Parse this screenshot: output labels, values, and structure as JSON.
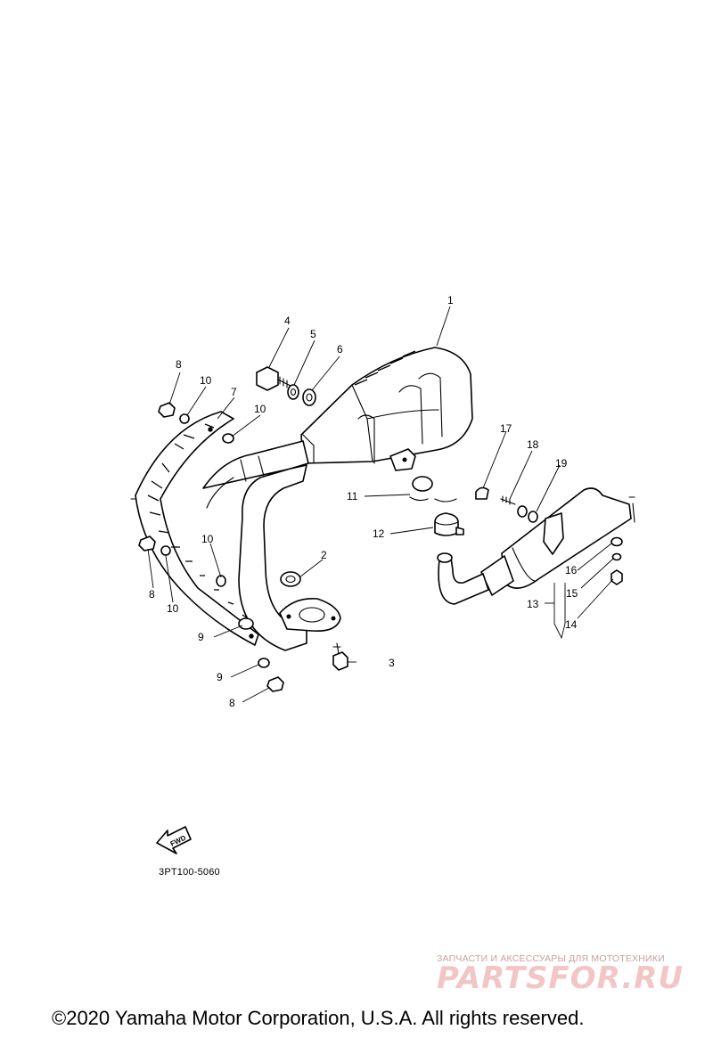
{
  "callouts": {
    "c1": "1",
    "c2": "2",
    "c3": "3",
    "c4": "4",
    "c5": "5",
    "c6": "6",
    "c7": "7",
    "c8a": "8",
    "c8b": "8",
    "c8c": "8",
    "c9a": "9",
    "c9b": "9",
    "c10a": "10",
    "c10b": "10",
    "c10c": "10",
    "c10d": "10",
    "c11": "11",
    "c12": "12",
    "c13": "13",
    "c14": "14",
    "c15": "15",
    "c16": "16",
    "c17": "17",
    "c18": "18",
    "c19": "19"
  },
  "fwd_label": "FWD",
  "catalog_code": "3PT100-5060",
  "watermark_text": "ЗАПЧАСТИ И АКСЕССУАРЫ ДЛЯ МОТОТЕХНИКИ",
  "watermark_logo": "PARTSFOR.RU",
  "copyright": "©2020 Yamaha Motor Corporation, U.S.A. All rights reserved."
}
